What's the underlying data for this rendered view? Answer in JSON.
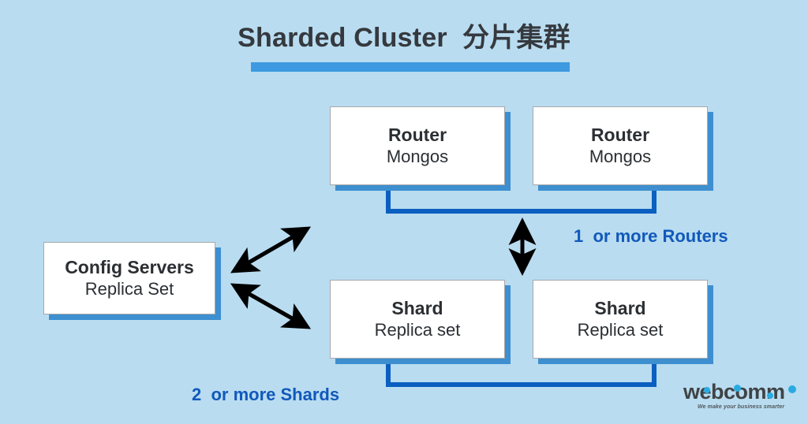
{
  "page": {
    "background_color": "#b9dcf0",
    "title": "Sharded Cluster  分片集群",
    "title_color": "#35393e",
    "rule_color": "#3d9ae0"
  },
  "nodes": {
    "router_left": {
      "line1": "Router",
      "line2": "Mongos"
    },
    "router_right": {
      "line1": "Router",
      "line2": "Mongos"
    },
    "shard_left": {
      "line1": "Shard",
      "line2": "Replica set"
    },
    "shard_right": {
      "line1": "Shard",
      "line2": "Replica set"
    },
    "config": {
      "line1": "Config Servers",
      "line2": "Replica Set"
    }
  },
  "callouts": {
    "routers": "1  or more Routers",
    "shards": "2  or more Shards",
    "color": "#1159bb"
  },
  "connectors": {
    "bus_color": "#0b5fc0",
    "shadow_color": "#3d8fd0",
    "arrow_color": "#000000"
  },
  "logo": {
    "wordmark": "webcomm",
    "tagline": "We make your business smarter",
    "text_color": "#3f4346",
    "accent_color": "#29abe2"
  }
}
